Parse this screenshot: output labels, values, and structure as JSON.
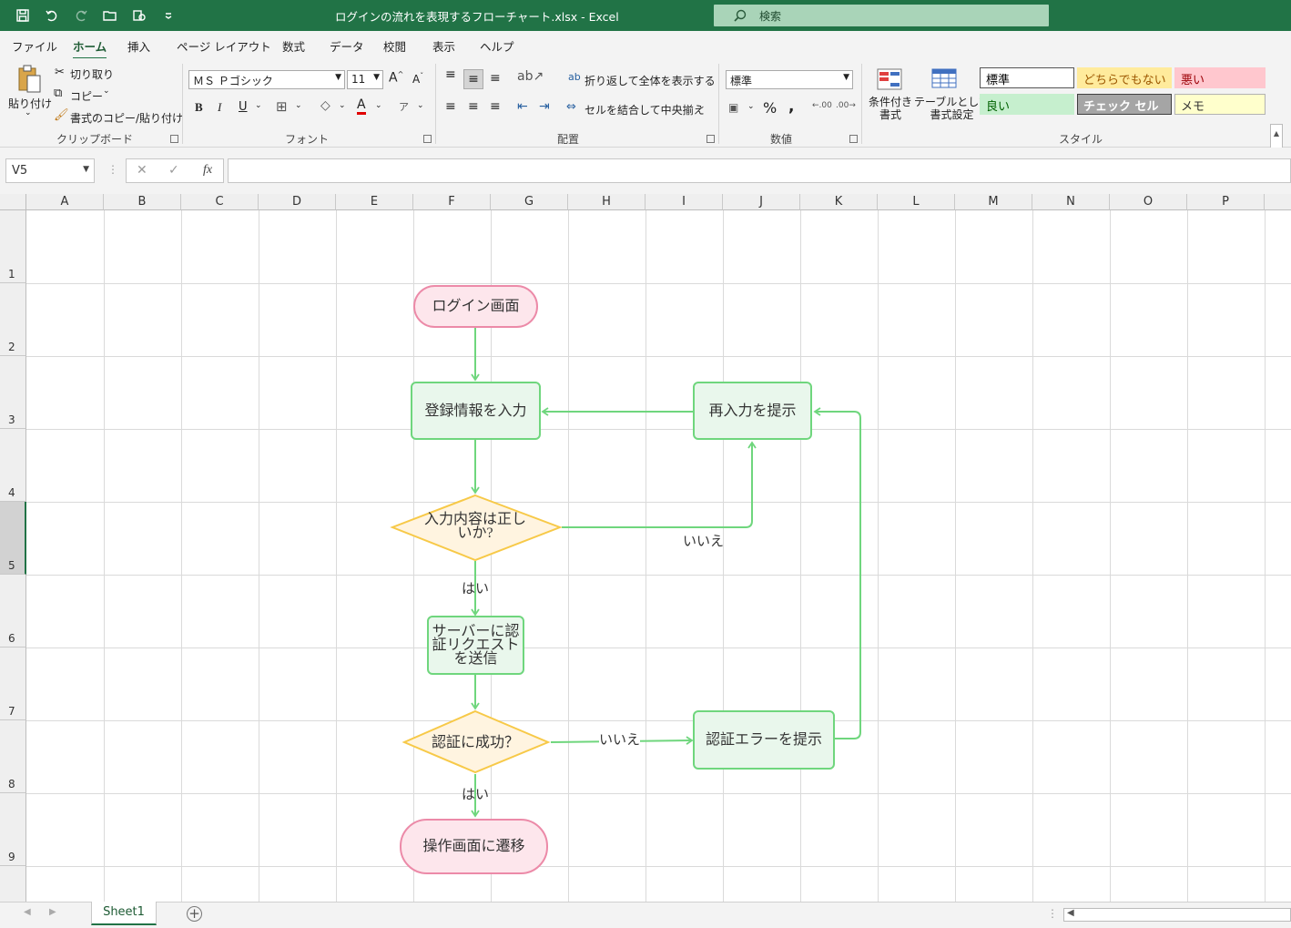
{
  "window": {
    "title": "ログインの流れを表現するフローチャート.xlsx  -  Excel",
    "search_placeholder": "検索"
  },
  "menu": {
    "tabs": [
      "ファイル",
      "ホーム",
      "挿入",
      "ページ レイアウト",
      "数式",
      "データ",
      "校閲",
      "表示",
      "ヘルプ"
    ],
    "active": "ホーム"
  },
  "ribbon": {
    "clipboard": {
      "paste": "貼り付け",
      "cut": "切り取り",
      "copy": "コピー",
      "format_painter": "書式のコピー/貼り付け",
      "group": "クリップボード"
    },
    "font": {
      "font_name": "ＭＳ Ｐゴシック",
      "font_size": "11",
      "group": "フォント"
    },
    "alignment": {
      "wrap_text": "折り返して全体を表示する",
      "merge_center": "セルを結合して中央揃え",
      "group": "配置"
    },
    "number": {
      "format": "標準",
      "group": "数値"
    },
    "styles": {
      "conditional": "条件付き\n書式",
      "table": "テーブルとして\n書式設定",
      "cells": [
        {
          "label": "標準",
          "bg": "#ffffff",
          "fg": "#000000",
          "border": "#555555"
        },
        {
          "label": "どちらでもない",
          "bg": "#ffeb9c",
          "fg": "#9c5700",
          "border": "#ffeb9c"
        },
        {
          "label": "悪い",
          "bg": "#ffc7ce",
          "fg": "#9c0006",
          "border": "#ffc7ce"
        },
        {
          "label": "良い",
          "bg": "#c6efce",
          "fg": "#006100",
          "border": "#c6efce"
        },
        {
          "label": "チェック セル",
          "bg": "#a5a5a5",
          "fg": "#ffffff",
          "border": "#3f3f3f"
        },
        {
          "label": "メモ",
          "bg": "#ffffcc",
          "fg": "#333333",
          "border": "#b2b2b2"
        }
      ],
      "group": "スタイル"
    }
  },
  "formula_bar": {
    "name_box": "V5",
    "fx": "fx",
    "value": ""
  },
  "grid": {
    "columns": [
      "A",
      "B",
      "C",
      "D",
      "E",
      "F",
      "G",
      "H",
      "I",
      "J",
      "K",
      "L",
      "M",
      "N",
      "O",
      "P"
    ],
    "rows": [
      "1",
      "2",
      "3",
      "4",
      "5",
      "6",
      "7",
      "8",
      "9"
    ],
    "selected_row": "5"
  },
  "flowchart": {
    "login_screen": "ログイン画面",
    "enter_credentials": "登録情報を入力",
    "prompt_reentry": "再入力を提示",
    "input_valid": "入力内容は正しいか?",
    "send_auth": "サーバーに認証リクエストを送信",
    "auth_success": "認証に成功？",
    "show_auth_error": "認証エラーを提示",
    "go_to_main": "操作画面に遷移",
    "yes_label_1": "はい",
    "no_label_1": "いいえ",
    "yes_label_2": "はい",
    "no_label_2": "いいえ",
    "colors": {
      "connector": "#6fd67d",
      "terminal_fill": "#fde6ec",
      "terminal_stroke": "#ec8aa8",
      "process_fill": "#e9f7ec",
      "decision_fill": "#fff4e0",
      "decision_stroke": "#f7c948"
    }
  },
  "sheets": {
    "tabs": [
      "Sheet1"
    ],
    "active": "Sheet1"
  }
}
